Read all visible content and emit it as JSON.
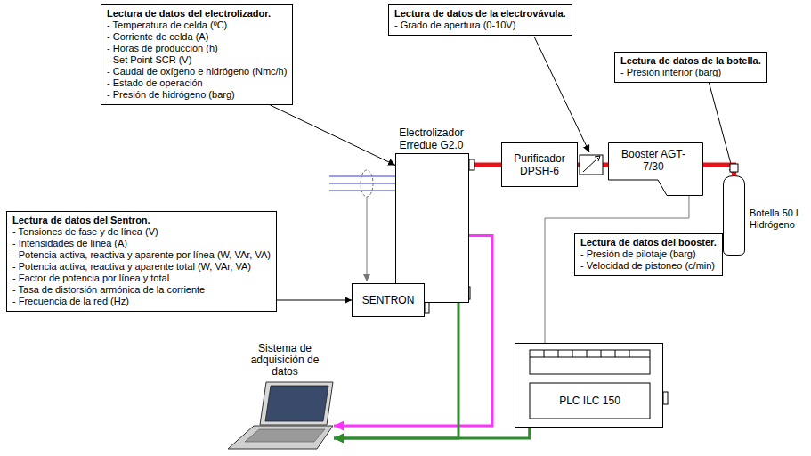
{
  "diagram": {
    "nodes": [
      {
        "text": [
          "Lectura de datos del electrolizador.",
          "- Temperatura de celda (ºC)",
          "- Corriente de celda (A)",
          "- Horas de producción (h)",
          "- Set Point SCR (V)",
          "- Caudal de oxígeno e hidrógeno (Nmc/h)",
          "- Estado de operación",
          "- Presión de hidrógeno (barg)"
        ]
      },
      {
        "text": [
          "Lectura de datos de la electrovávula.",
          "- Grado de apertura (0-10V)"
        ]
      },
      {
        "text": [
          "Lectura de datos de la botella.",
          "- Presión interior (barg)"
        ]
      },
      {
        "text": [
          "Electrolizador Erredue G2.0"
        ]
      },
      {
        "text": [
          "Purificador DPSH-6"
        ]
      },
      {
        "text": [
          "Booster AGT-7/30"
        ]
      },
      {
        "text": [
          "Botella 50 l Hidrógeno"
        ]
      },
      {
        "text": [
          "Lectura de datos del Sentron.",
          "- Tensiones de fase y de línea (V)",
          "- Intensidades de línea (A)",
          "- Potencia activa, reactiva y aparente por línea (W, VAr, VA)",
          "- Potencia activa, reactiva y aparente total (W, VAr, VA)",
          "- Factor de potencia por línea y total",
          "- Tasa de distorsión armónica de la corriente",
          "- Frecuencia de la red (Hz)"
        ]
      },
      {
        "text": [
          "SENTRON"
        ]
      },
      {
        "text": [
          "Lectura de datos del booster.",
          "- Presión de pilotaje (barg)",
          "- Velocidad de pistoneo (c/min)"
        ]
      },
      {
        "text": [
          "PLC ILC 150"
        ]
      },
      {
        "text": [
          "Sistema de adquisición de datos"
        ]
      }
    ],
    "edges": [
      {
        "from": 0,
        "to": 3,
        "arrow": "to"
      },
      {
        "from": 2,
        "to": 6,
        "arrow": "to"
      },
      {
        "from": 3,
        "to": 4,
        "arrow": "none"
      },
      {
        "from": 4,
        "to": 5,
        "arrow": "none"
      },
      {
        "from": 5,
        "to": 6,
        "arrow": "none"
      },
      {
        "from": 7,
        "to": 8,
        "arrow": "to"
      },
      {
        "from": 5,
        "to": 10,
        "arrow": "none"
      },
      {
        "from": 3,
        "to": 11,
        "arrow": "to"
      },
      {
        "from": 8,
        "to": 11,
        "arrow": "to"
      },
      {
        "from": 10,
        "to": 11,
        "arrow": "to"
      }
    ]
  }
}
